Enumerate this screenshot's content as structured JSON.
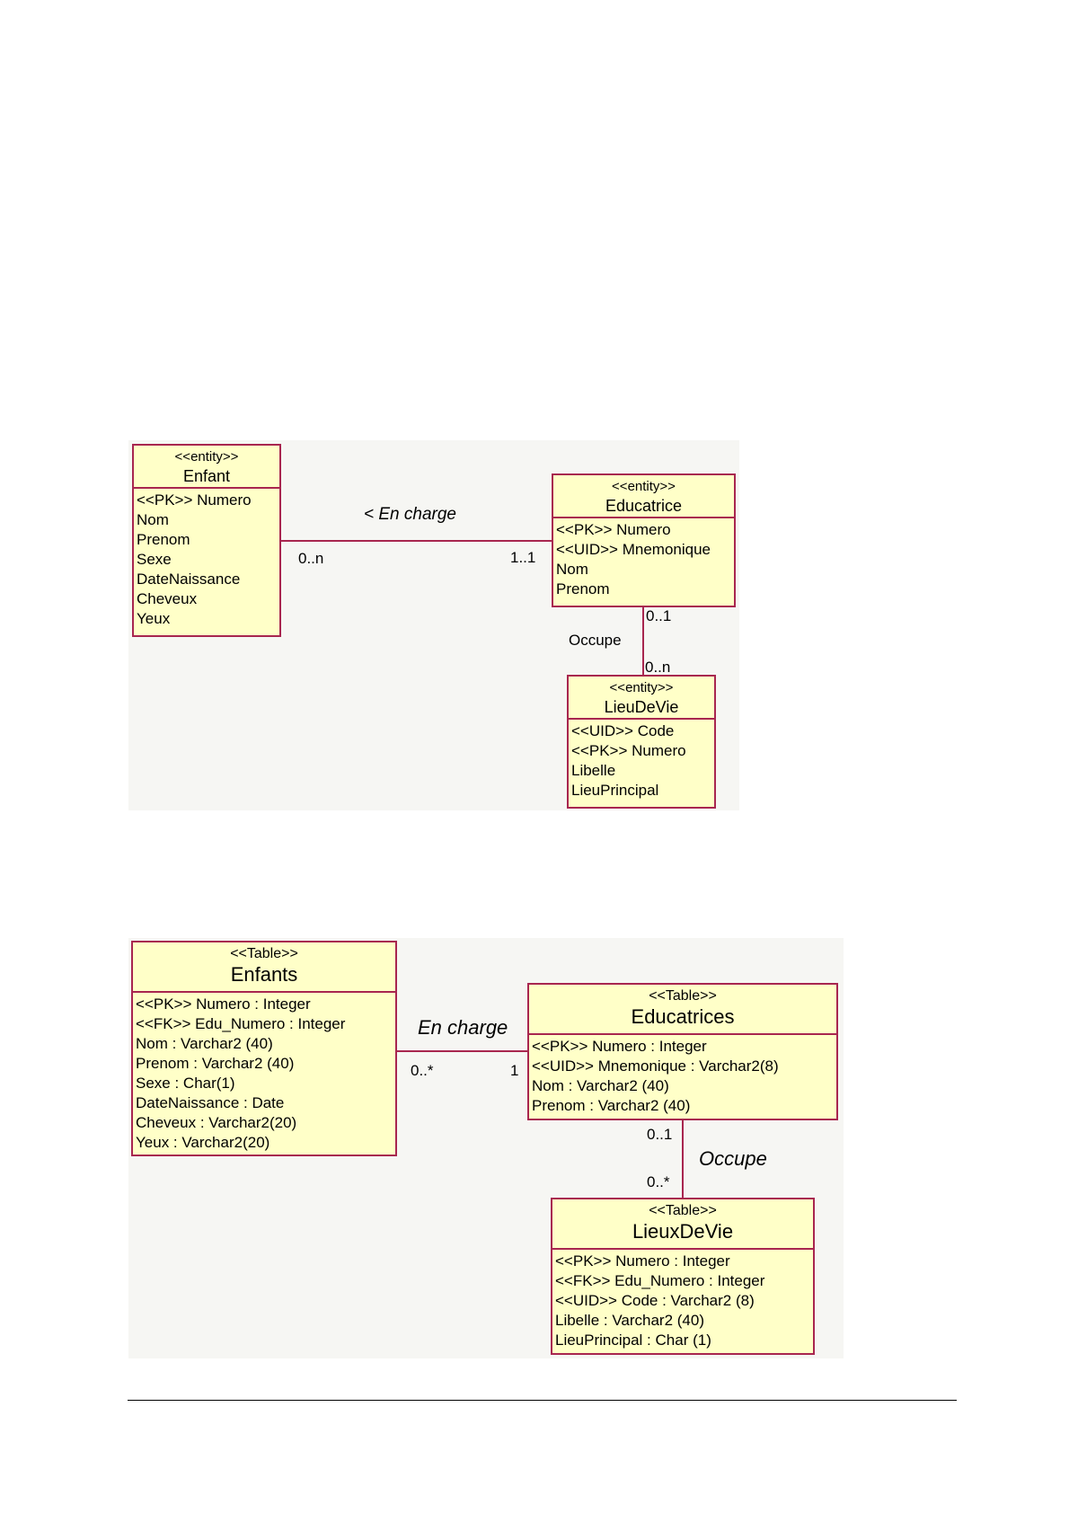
{
  "conceptual": {
    "entities": [
      {
        "stereotype": "<<entity>>",
        "name": "Enfant",
        "attributes": [
          "<<PK>> Numero",
          "Nom",
          "Prenom",
          "Sexe",
          "DateNaissance",
          "Cheveux",
          "Yeux"
        ]
      },
      {
        "stereotype": "<<entity>>",
        "name": "Educatrice",
        "attributes": [
          "<<PK>> Numero",
          "<<UID>> Mnemonique",
          "Nom",
          "Prenom"
        ]
      },
      {
        "stereotype": "<<entity>>",
        "name": "LieuDeVie",
        "attributes": [
          "<<UID>> Code",
          "<<PK>> Numero",
          "Libelle",
          "LieuPrincipal"
        ]
      }
    ],
    "associations": [
      {
        "label": "< En charge",
        "mult_from": "0..n",
        "mult_to": "1..1"
      },
      {
        "label": "Occupe",
        "mult_from": "0..1",
        "mult_to": "0..n"
      }
    ]
  },
  "physical": {
    "tables": [
      {
        "stereotype": "<<Table>>",
        "name": "Enfants",
        "attributes": [
          "<<PK>> Numero : Integer",
          "<<FK>> Edu_Numero : Integer",
          "Nom : Varchar2 (40)",
          "Prenom : Varchar2 (40)",
          "Sexe : Char(1)",
          "DateNaissance : Date",
          "Cheveux : Varchar2(20)",
          "Yeux : Varchar2(20)"
        ]
      },
      {
        "stereotype": "<<Table>>",
        "name": "Educatrices",
        "attributes": [
          "<<PK>> Numero : Integer",
          "<<UID>> Mnemonique : Varchar2(8)",
          "Nom : Varchar2 (40)",
          "Prenom : Varchar2 (40)"
        ]
      },
      {
        "stereotype": "<<Table>>",
        "name": "LieuxDeVie",
        "attributes": [
          "<<PK>> Numero : Integer",
          "<<FK>> Edu_Numero : Integer",
          "<<UID>> Code : Varchar2 (8)",
          "Libelle : Varchar2 (40)",
          "LieuPrincipal : Char (1)"
        ]
      }
    ],
    "associations": [
      {
        "label": "En charge",
        "mult_from": "0..*",
        "mult_to": "1"
      },
      {
        "label": "Occupe",
        "mult_from": "0..1",
        "mult_to": "0..*"
      }
    ]
  },
  "colors": {
    "box_fill": "#ffffc8",
    "box_border": "#a8264f"
  }
}
